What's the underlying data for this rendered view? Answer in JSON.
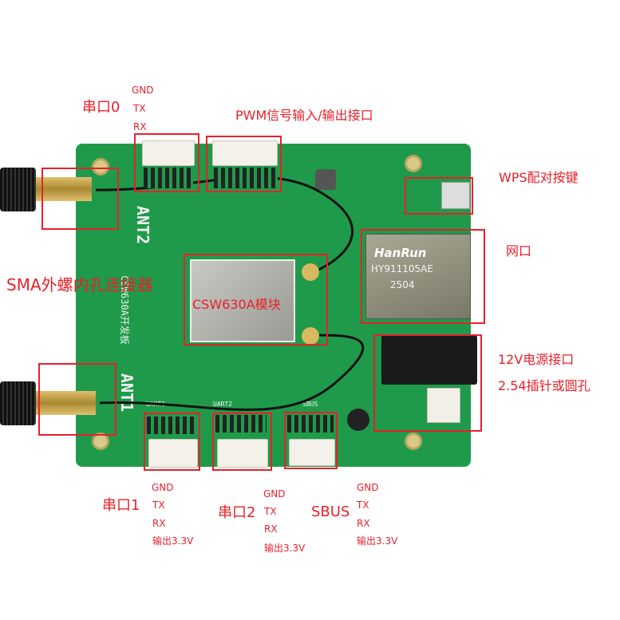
{
  "labels": {
    "uart0": {
      "title": "串口0",
      "pins": [
        "GND",
        "TX",
        "RX"
      ]
    },
    "pwm": "PWM信号输入/输出接口",
    "wps": "WPS配对按键",
    "ethernet": "网口",
    "sma": "SMA外螺内孔连接器",
    "module": "CSW630A模块",
    "power_line1": "12V电源接口",
    "power_line2": "2.54插针或圆孔",
    "uart1": {
      "title": "串口1",
      "pins": [
        "GND",
        "TX",
        "RX",
        "输出3.3V"
      ]
    },
    "uart2": {
      "title": "串口2",
      "pins": [
        "GND",
        "TX",
        "RX",
        "输出3.3V"
      ]
    },
    "sbus": {
      "title": "SBUS",
      "pins": [
        "GND",
        "TX",
        "RX",
        "输出3.3V"
      ]
    }
  },
  "board_silk": {
    "ant2": "ANT2",
    "ant1": "ANT1",
    "board_name": "CSW630A开发板",
    "rj45_brand": "HanRun",
    "rj45_model": "HY911105AE",
    "rj45_code": "2504",
    "uart1": "UART1",
    "uart2": "UART2",
    "sbus": "SBUS"
  },
  "colors": {
    "annotation": "#e8202a",
    "pcb": "#1f9a4a"
  }
}
